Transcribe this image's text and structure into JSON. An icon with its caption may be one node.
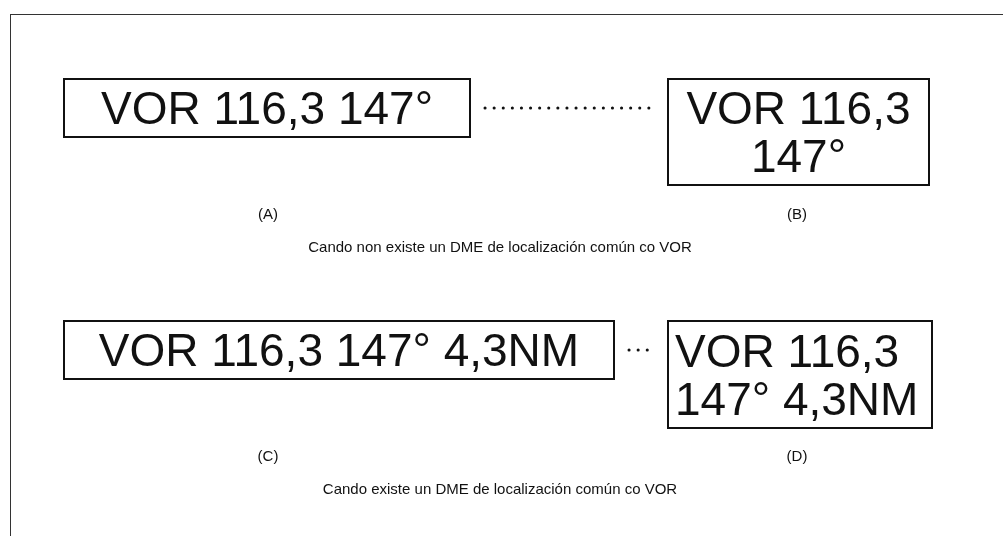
{
  "diagram": {
    "nodes": [
      {
        "text": [
          "VOR 116,3 147°"
        ]
      },
      {
        "text": [
          "VOR 116,3 147°"
        ]
      },
      {
        "text": [
          "VOR 116,3 147° 4,3NM"
        ]
      },
      {
        "text": [
          "VOR 116,3 147° 4,3NM"
        ]
      }
    ],
    "edges": [
      {
        "from": 0,
        "to": 1,
        "arrow": "none",
        "style": "dashed"
      },
      {
        "from": 2,
        "to": 3,
        "arrow": "none",
        "style": "dashed"
      }
    ],
    "labels": [
      "(A)",
      "(B)",
      "Cando non existe un DME de localización común co VOR",
      "(C)",
      "(D)",
      "Cando existe un DME de localización común co VOR"
    ]
  }
}
